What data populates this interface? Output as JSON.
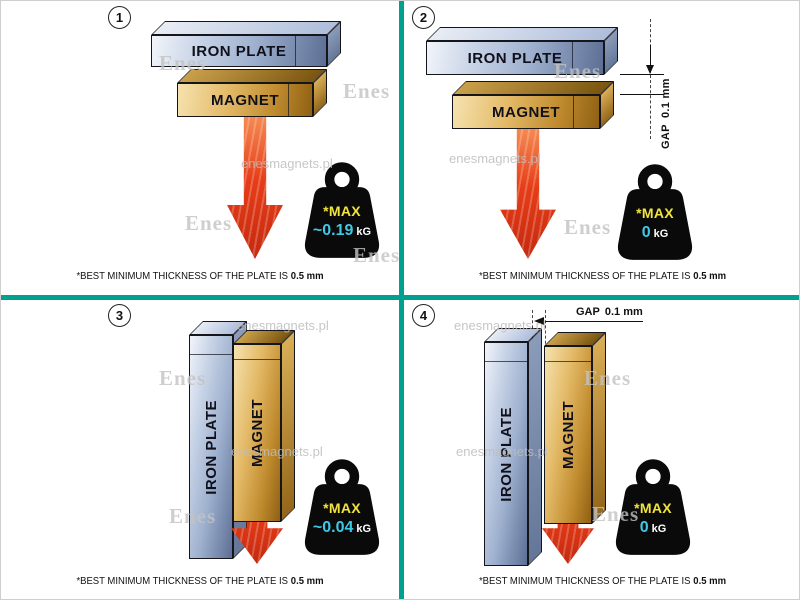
{
  "colors": {
    "teal": "#00a18f",
    "arrow": "#e63d18",
    "yellow": "#f2e43c",
    "cyan": "#3ec9e6"
  },
  "labels": {
    "plate": "IRON PLATE",
    "magnet": "MAGNET",
    "gap_word": "GAP",
    "gap_value": "0.1 mm",
    "weight_max": "*MAX"
  },
  "footnote": {
    "text": "*BEST MINIMUM THICKNESS OF THE PLATE IS",
    "bold": "0.5 mm"
  },
  "panels": [
    {
      "number": "1",
      "value": "~0.19",
      "unit": "kG"
    },
    {
      "number": "2",
      "value": "0",
      "unit": "kG"
    },
    {
      "number": "3",
      "value": "~0.04",
      "unit": "kG"
    },
    {
      "number": "4",
      "value": "0",
      "unit": "kG"
    }
  ],
  "watermarks": {
    "site": "enesmagnets.pl",
    "logo": "Enes"
  }
}
